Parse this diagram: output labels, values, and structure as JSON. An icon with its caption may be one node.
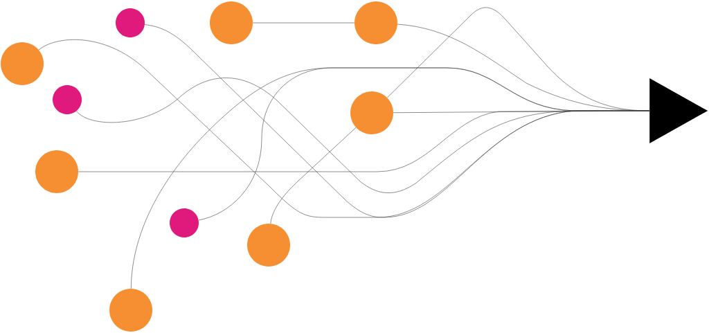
{
  "diagram": {
    "nodes": [
      {
        "text": [],
        "shape": "circle"
      },
      {
        "text": [],
        "shape": "circle"
      },
      {
        "text": [],
        "shape": "circle"
      },
      {
        "text": [],
        "shape": "circle"
      },
      {
        "text": [],
        "shape": "circle"
      },
      {
        "text": [],
        "shape": "circle"
      },
      {
        "text": [],
        "shape": "circle"
      },
      {
        "text": [],
        "shape": "circle"
      },
      {
        "text": [],
        "shape": "circle"
      },
      {
        "text": [],
        "shape": "circle"
      },
      {
        "text": [],
        "shape": "triangle"
      }
    ],
    "edges": [
      {
        "from": 2,
        "to": 3,
        "arrow": "none"
      },
      {
        "from": 3,
        "to": 10,
        "arrow": "none"
      },
      {
        "from": 0,
        "to": 10,
        "arrow": "none"
      },
      {
        "from": 1,
        "to": 10,
        "arrow": "none"
      },
      {
        "from": 4,
        "to": 10,
        "arrow": "none"
      },
      {
        "from": 6,
        "to": 10,
        "arrow": "none"
      },
      {
        "from": 5,
        "to": 10,
        "arrow": "none"
      },
      {
        "from": 8,
        "to": 5,
        "arrow": "none"
      },
      {
        "from": 5,
        "to": 10,
        "arrow": "none"
      },
      {
        "from": 7,
        "to": 10,
        "arrow": "none"
      },
      {
        "from": 9,
        "to": 10,
        "arrow": "none"
      }
    ]
  }
}
